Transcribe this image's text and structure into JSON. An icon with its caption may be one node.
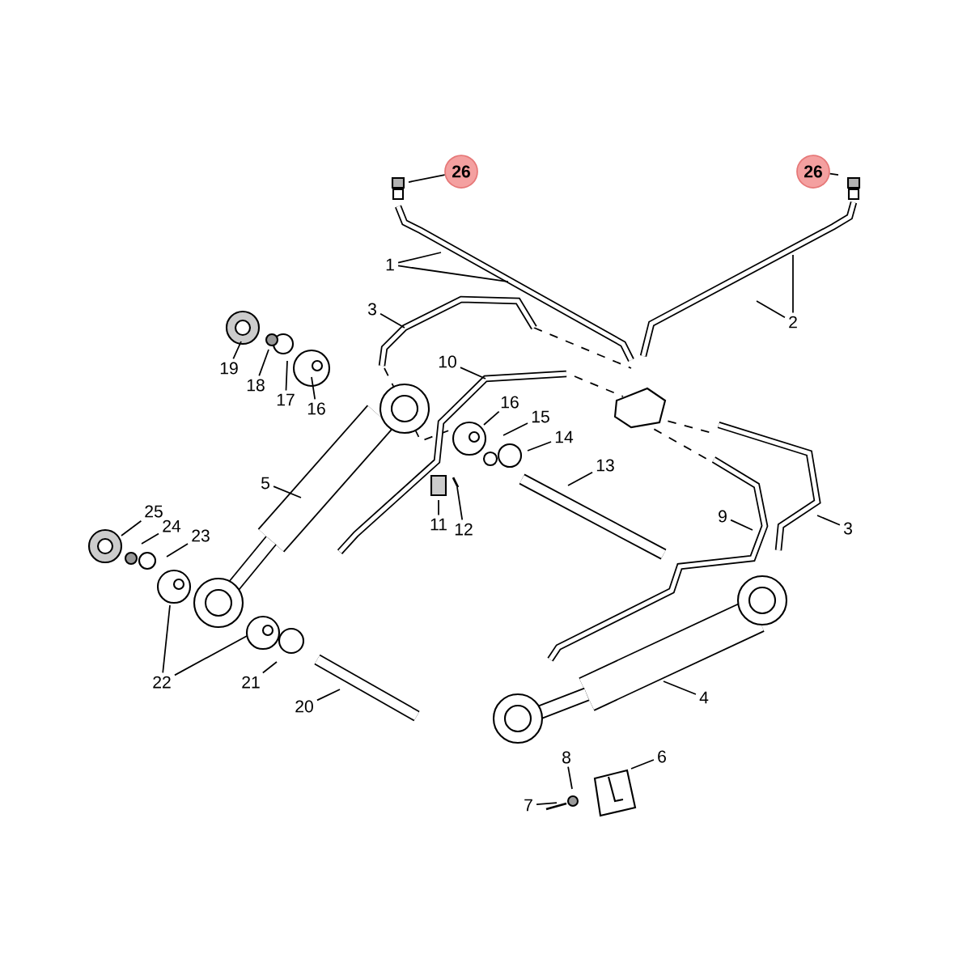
{
  "diagram": {
    "nodes": [
      {
        "text": [
          "26"
        ]
      },
      {
        "text": [
          "26"
        ]
      },
      {
        "text": [
          "1"
        ]
      },
      {
        "text": [
          "2"
        ]
      },
      {
        "text": [
          "3"
        ]
      },
      {
        "text": [
          "19"
        ]
      },
      {
        "text": [
          "18"
        ]
      },
      {
        "text": [
          "17"
        ]
      },
      {
        "text": [
          "16"
        ]
      },
      {
        "text": [
          "10"
        ]
      },
      {
        "text": [
          "16"
        ]
      },
      {
        "text": [
          "15"
        ]
      },
      {
        "text": [
          "14"
        ]
      },
      {
        "text": [
          "5"
        ]
      },
      {
        "text": [
          "13"
        ]
      },
      {
        "text": [
          "25"
        ]
      },
      {
        "text": [
          "24"
        ]
      },
      {
        "text": [
          "23"
        ]
      },
      {
        "text": [
          "11"
        ]
      },
      {
        "text": [
          "12"
        ]
      },
      {
        "text": [
          "9"
        ]
      },
      {
        "text": [
          "3"
        ]
      },
      {
        "text": [
          "22"
        ]
      },
      {
        "text": [
          "21"
        ]
      },
      {
        "text": [
          "20"
        ]
      },
      {
        "text": [
          "4"
        ]
      },
      {
        "text": [
          "8"
        ]
      },
      {
        "text": [
          "6"
        ]
      },
      {
        "text": [
          "7"
        ]
      }
    ],
    "edges": [
      {
        "from": 0,
        "to": null,
        "arrow": "none"
      },
      {
        "from": 1,
        "to": null,
        "arrow": "none"
      },
      {
        "from": 2,
        "to": null,
        "arrow": "none"
      },
      {
        "from": 2,
        "to": null,
        "arrow": "none"
      },
      {
        "from": 3,
        "to": null,
        "arrow": "none"
      },
      {
        "from": 3,
        "to": null,
        "arrow": "none"
      },
      {
        "from": 4,
        "to": null,
        "arrow": "none"
      },
      {
        "from": 5,
        "to": null,
        "arrow": "none"
      },
      {
        "from": 6,
        "to": null,
        "arrow": "none"
      },
      {
        "from": 7,
        "to": null,
        "arrow": "none"
      },
      {
        "from": 8,
        "to": null,
        "arrow": "none"
      },
      {
        "from": 9,
        "to": null,
        "arrow": "none"
      },
      {
        "from": 10,
        "to": null,
        "arrow": "none"
      },
      {
        "from": 11,
        "to": null,
        "arrow": "none"
      },
      {
        "from": 12,
        "to": null,
        "arrow": "none"
      },
      {
        "from": 13,
        "to": null,
        "arrow": "none"
      },
      {
        "from": 14,
        "to": null,
        "arrow": "none"
      },
      {
        "from": 15,
        "to": null,
        "arrow": "none"
      },
      {
        "from": 16,
        "to": null,
        "arrow": "none"
      },
      {
        "from": 17,
        "to": null,
        "arrow": "none"
      },
      {
        "from": 18,
        "to": null,
        "arrow": "none"
      },
      {
        "from": 19,
        "to": null,
        "arrow": "none"
      },
      {
        "from": 20,
        "to": null,
        "arrow": "none"
      },
      {
        "from": 21,
        "to": null,
        "arrow": "none"
      },
      {
        "from": 22,
        "to": null,
        "arrow": "none"
      },
      {
        "from": 22,
        "to": null,
        "arrow": "none"
      },
      {
        "from": 23,
        "to": null,
        "arrow": "none"
      },
      {
        "from": 24,
        "to": null,
        "arrow": "none"
      },
      {
        "from": 25,
        "to": null,
        "arrow": "none"
      },
      {
        "from": 26,
        "to": null,
        "arrow": "none"
      },
      {
        "from": 27,
        "to": null,
        "arrow": "none"
      },
      {
        "from": 28,
        "to": null,
        "arrow": "none"
      }
    ]
  }
}
